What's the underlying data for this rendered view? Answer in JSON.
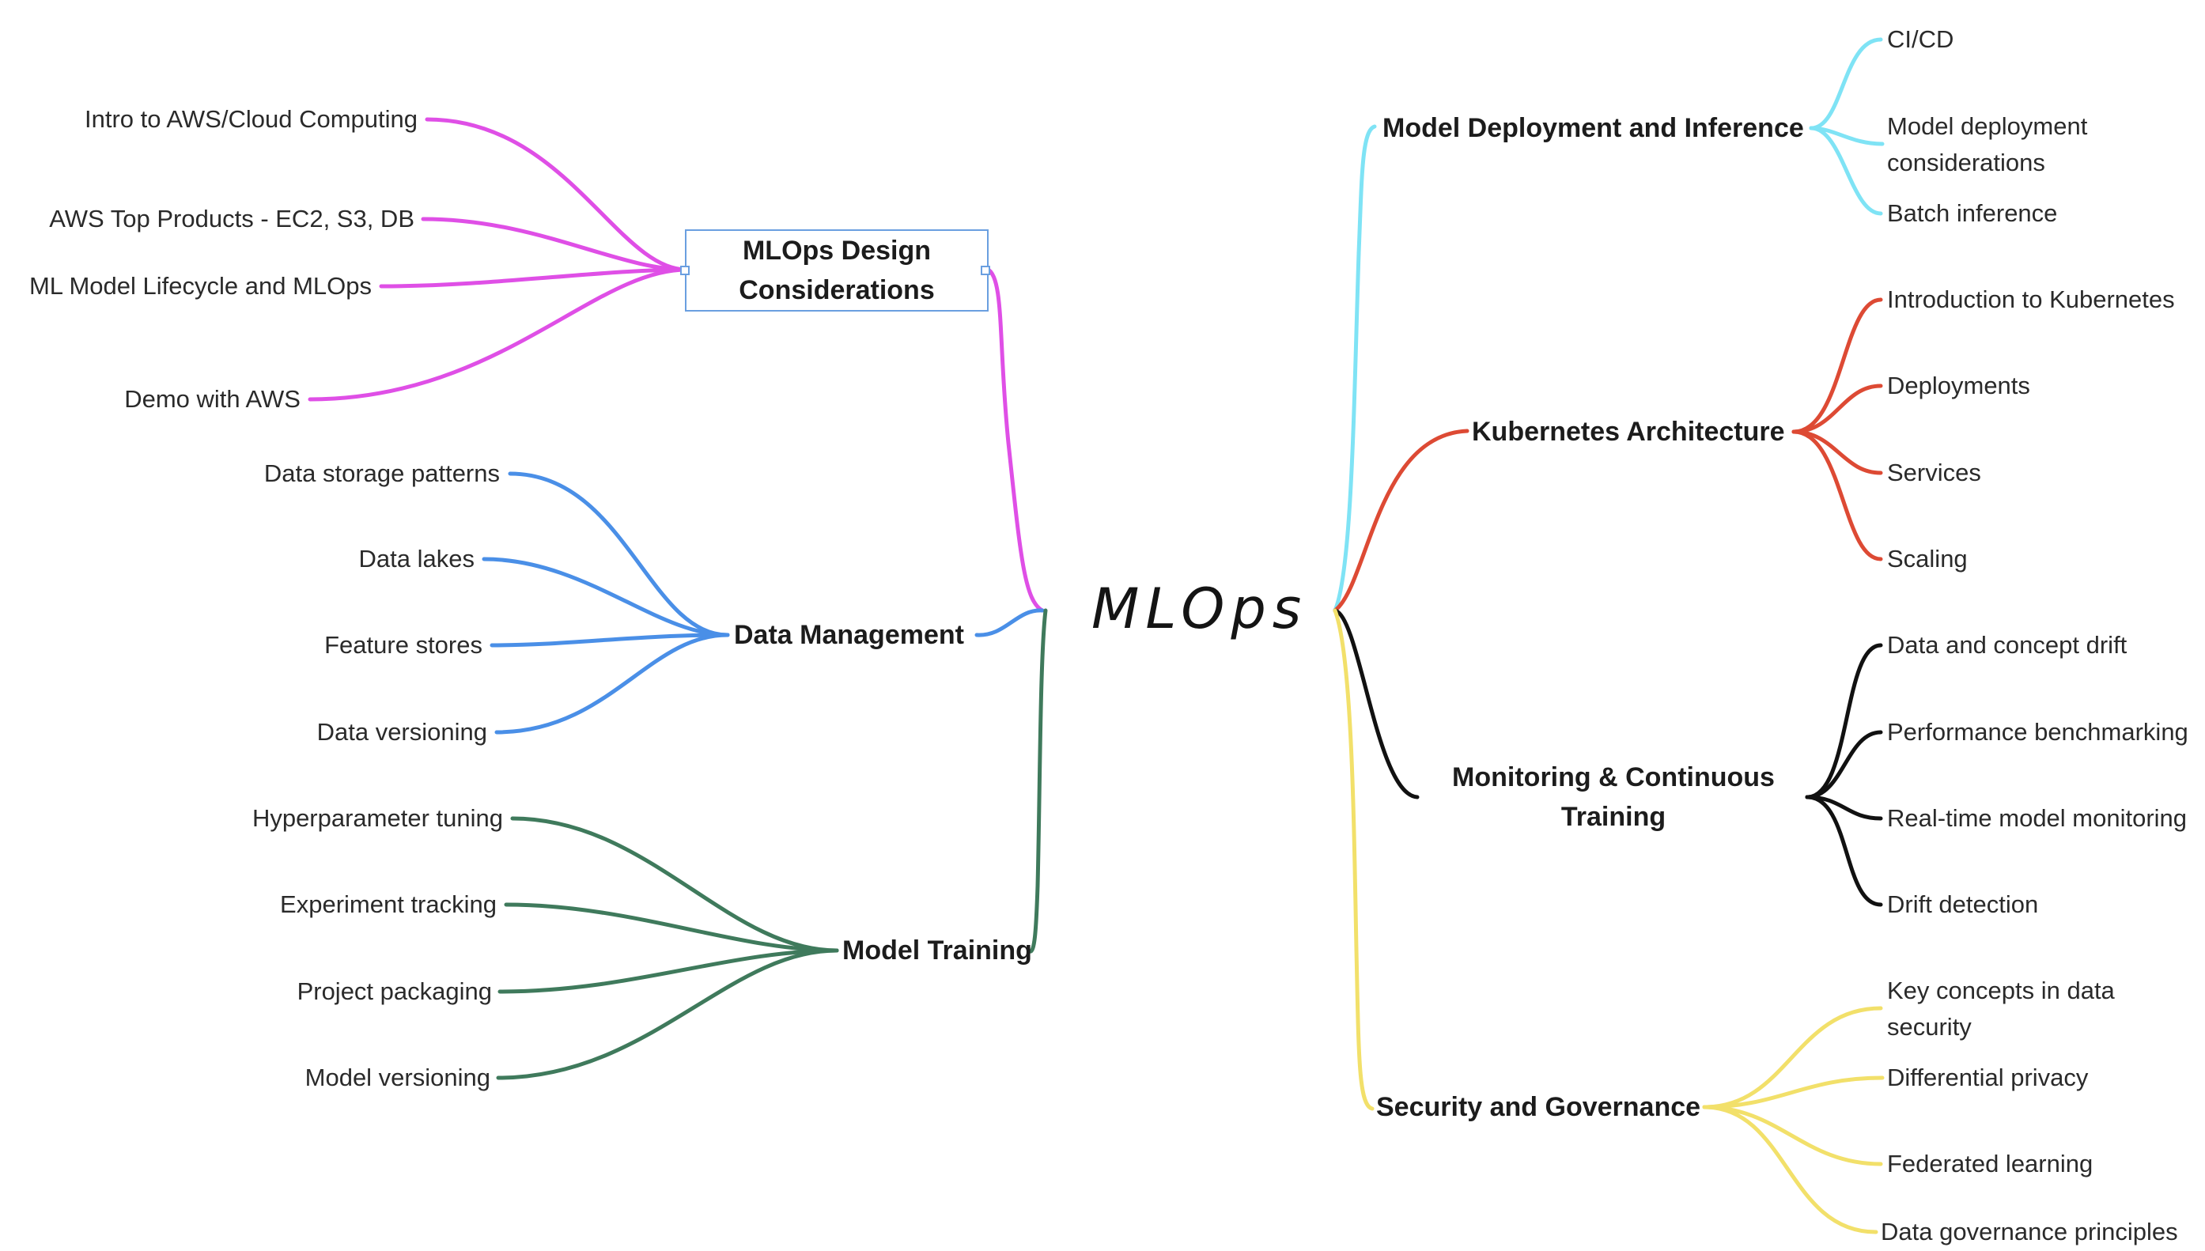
{
  "root": "MLOps",
  "branches": {
    "design": {
      "label": "MLOps Design Considerations",
      "color": "#df4fe6",
      "children": [
        "Intro to AWS/Cloud Computing",
        "AWS Top Products - EC2, S3, DB",
        "ML Model Lifecycle and MLOps",
        "Demo with AWS"
      ]
    },
    "data": {
      "label": "Data Management",
      "color": "#4a8fe7",
      "children": [
        "Data storage patterns",
        "Data lakes",
        "Feature stores",
        "Data versioning"
      ]
    },
    "training": {
      "label": "Model Training",
      "color": "#3f7a5c",
      "children": [
        "Hyperparameter tuning",
        "Experiment tracking",
        "Project packaging",
        "Model versioning"
      ]
    },
    "deploy": {
      "label": "Model Deployment and Inference",
      "color": "#7fe3f5",
      "children": [
        "CI/CD",
        "Model deployment considerations",
        "Batch inference"
      ]
    },
    "k8s": {
      "label": "Kubernetes Architecture",
      "color": "#dd4a34",
      "children": [
        "Introduction to Kubernetes",
        "Deployments",
        "Services",
        "Scaling"
      ]
    },
    "monitor": {
      "label": "Monitoring & Continuous Training",
      "color": "#111111",
      "children": [
        "Data and concept drift",
        "Performance benchmarking",
        "Real-time model monitoring",
        "Drift detection"
      ]
    },
    "security": {
      "label": "Security and Governance",
      "color": "#f2e06a",
      "children": [
        "Key concepts in data security",
        "Differential privacy",
        "Federated learning",
        "Data governance principles"
      ]
    }
  }
}
